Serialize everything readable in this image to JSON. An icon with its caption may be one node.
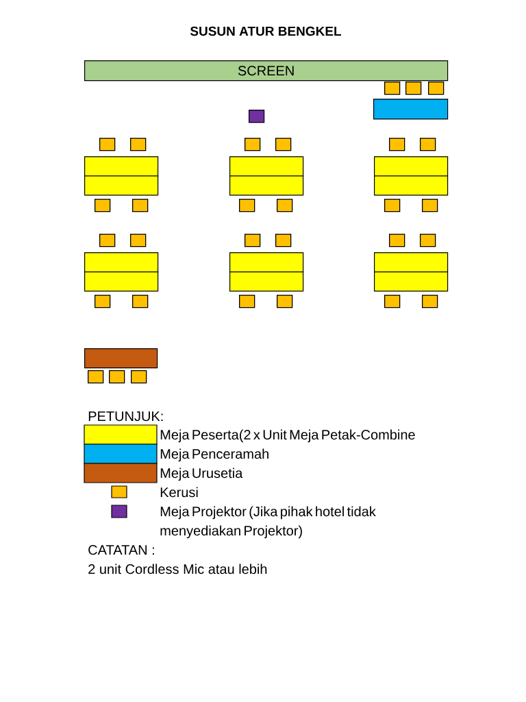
{
  "diagram": {
    "title": "SUSUN ATUR BENGKEL",
    "nodes": [
      {
        "text": [
          "SCREEN"
        ]
      },
      {
        "text": [],
        "shape": "box"
      },
      {
        "text": [],
        "shape": "box"
      },
      {
        "text": [],
        "shape": "box"
      },
      {
        "text": [],
        "shape": "box"
      },
      {
        "text": [],
        "shape": "box"
      },
      {
        "text": [],
        "shape": "box"
      },
      {
        "text": [],
        "shape": "box"
      },
      {
        "text": [],
        "shape": "box"
      },
      {
        "text": [],
        "shape": "box"
      },
      {
        "text": [],
        "shape": "box"
      },
      {
        "text": [],
        "shape": "box"
      },
      {
        "text": [],
        "shape": "box"
      },
      {
        "text": [],
        "shape": "box"
      },
      {
        "text": [],
        "shape": "box"
      },
      {
        "text": [],
        "shape": "box"
      },
      {
        "text": [],
        "shape": "box"
      },
      {
        "text": [],
        "shape": "box"
      },
      {
        "text": [],
        "shape": "box"
      },
      {
        "text": [],
        "shape": "box"
      },
      {
        "text": [],
        "shape": "box"
      },
      {
        "text": [],
        "shape": "box"
      },
      {
        "text": [],
        "shape": "box"
      },
      {
        "text": [],
        "shape": "box"
      },
      {
        "text": [],
        "shape": "box"
      },
      {
        "text": [],
        "shape": "box"
      },
      {
        "text": [],
        "shape": "box"
      },
      {
        "text": [],
        "shape": "box"
      },
      {
        "text": [],
        "shape": "box"
      },
      {
        "text": [],
        "shape": "box"
      },
      {
        "text": [],
        "shape": "box"
      },
      {
        "text": [],
        "shape": "box"
      },
      {
        "text": [],
        "shape": "box"
      },
      {
        "text": [],
        "shape": "box"
      },
      {
        "text": [],
        "shape": "box"
      },
      {
        "text": [],
        "shape": "box"
      },
      {
        "text": [],
        "shape": "box"
      },
      {
        "text": [],
        "shape": "box"
      },
      {
        "text": [],
        "shape": "box"
      },
      {
        "text": [],
        "shape": "box"
      }
    ],
    "labels": [
      "PETUNJUK:",
      "CATATAN :",
      "2 unit Cordless Mic atau lebih"
    ],
    "legend": [
      {
        "text": "Meja Peserta(2 x Unit Meja Petak-Combine",
        "color": "#ffff00"
      },
      {
        "text": "Meja Penceramah",
        "color": "#00b0f0"
      },
      {
        "text": "Meja Urusetia",
        "color": "#c55a11"
      },
      {
        "text": "Kerusi",
        "color": "#ffc000"
      },
      {
        "text": "Meja Projektor (Jika pihak hotel tidak menyediakan Projektor)",
        "color": "#7030a0"
      }
    ]
  }
}
